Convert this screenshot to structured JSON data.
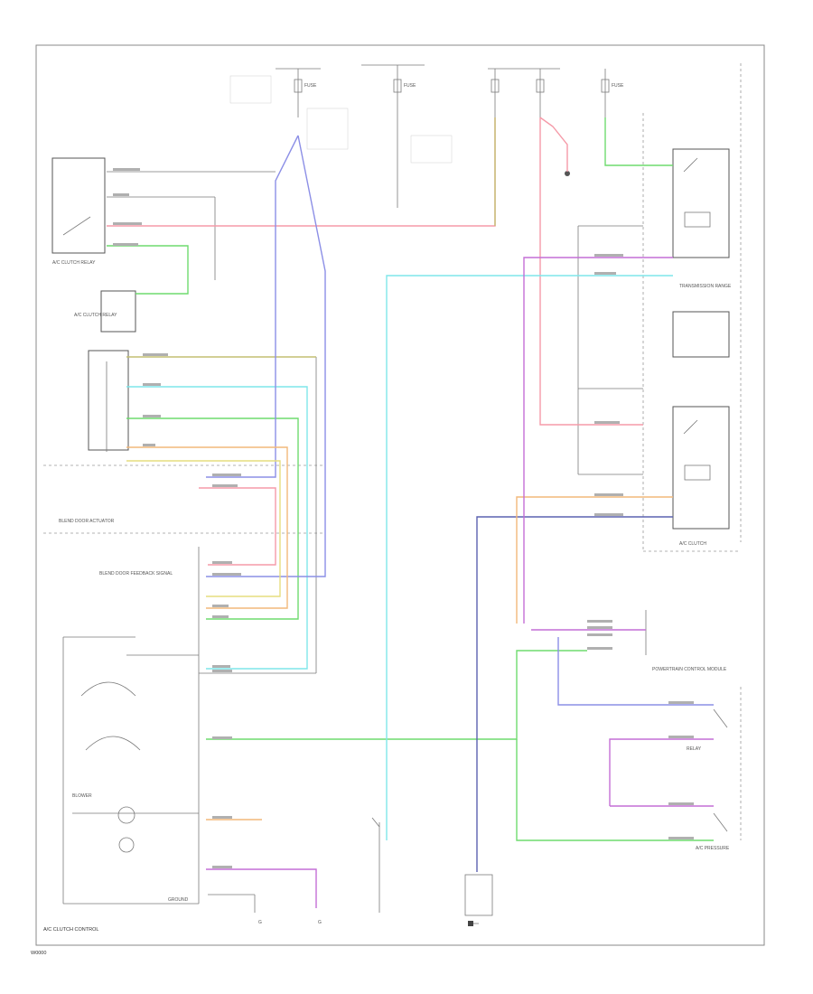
{
  "diagram": {
    "footer_code": "W0000",
    "footer_caption": "A/C CLUTCH CONTROL",
    "labels": {
      "left_side_1": "A/C CLUTCH RELAY",
      "left_side_2": "A/C CLUTCH RELAY",
      "blend_door_actuator": "BLEND DOOR ACTUATOR",
      "blend_door_feedback": "BLEND DOOR FEEDBACK SIGNAL",
      "blower": "BLOWER",
      "ground_left": "GROUND",
      "ground_bottom_1": "G",
      "ground_bottom_2": "G",
      "transmission_range": "TRANSMISSION RANGE",
      "pcm": "POWERTRAIN CONTROL MODULE",
      "ac_clutch": "A/C CLUTCH",
      "ac_pressure": "A/C PRESSURE",
      "relay_right": "RELAY",
      "fuse_top_1": "FUSE",
      "fuse_top_2": "FUSE",
      "fuse_top_3": "FUSE"
    },
    "colors": {
      "pink": "#f59aa8",
      "blue": "#8c8fe6",
      "green": "#6fdc6f",
      "cyan": "#7fe6ea",
      "yellow": "#e6de7f",
      "orange": "#f2b87a",
      "magenta": "#c46fd6",
      "olive": "#c4bf72",
      "navy": "#5c62b0",
      "ltgreen": "#9fe69f",
      "grey": "#555555"
    }
  }
}
